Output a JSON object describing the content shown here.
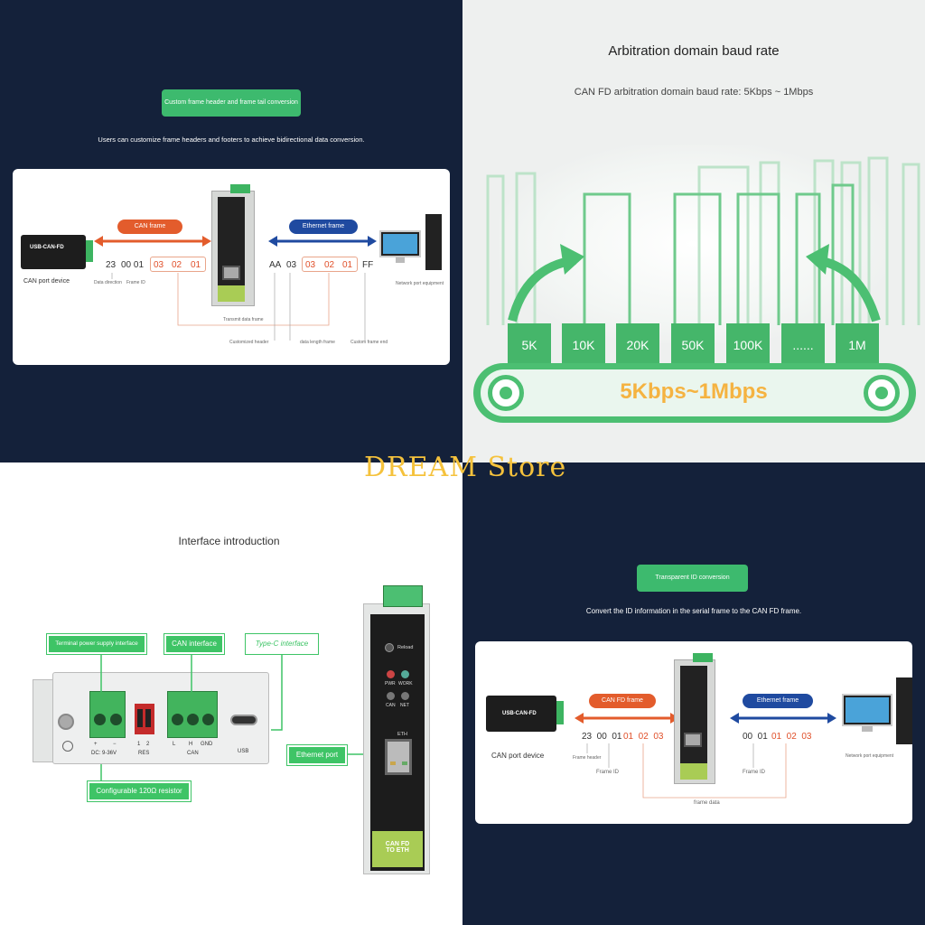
{
  "q1": {
    "pill": "Custom frame header and frame tail conversion",
    "subtitle": "Users can customize frame headers and footers to achieve bidirectional data conversion.",
    "can_frame": "CAN frame",
    "eth_frame": "Ethernet frame",
    "usb_label": "USB-CAN-FD",
    "can_port_device": "CAN port device",
    "left_hex": [
      "23",
      "00 01",
      "03",
      "02",
      "01"
    ],
    "right_hex": [
      "AA",
      "03",
      "03",
      "02",
      "01",
      "FF"
    ],
    "frame_id": "Frame ID",
    "left_tiny": "Data direction",
    "transmit": "Transmit data frame",
    "custom_header": "Customized header",
    "data_length": "data length frame",
    "custom_end": "Custom frame end",
    "net_equipment": "Network port equipment"
  },
  "q2": {
    "title": "Arbitration domain baud rate",
    "subtitle": "CAN FD arbitration domain baud rate: 5Kbps ~ 1Mbps",
    "rates": [
      "5K",
      "10K",
      "20K",
      "50K",
      "100K",
      "......",
      "1M"
    ],
    "band": "5Kbps~1Mbps",
    "colors": {
      "green": "#45b66a",
      "orange": "#f5b341"
    }
  },
  "q3": {
    "title": "Interface introduction",
    "labels": {
      "power": "Terminal power supply interface",
      "can": "CAN interface",
      "typec": "Type-C interface",
      "ethernet": "Ethernet port",
      "resistor": "Configurable 120Ω resistor"
    },
    "pins": [
      "+",
      "−",
      "1",
      "2",
      "L",
      "H",
      "GND",
      "USB"
    ],
    "dc": "DC: 9-36V",
    "res": "RES",
    "can": "CAN",
    "reload": "Reload",
    "pwr": "PWR",
    "work": "WORK",
    "can_led": "CAN",
    "net": "NET",
    "eth": "ETH",
    "device_text": [
      "CAN FD",
      "TO ETH"
    ]
  },
  "q4": {
    "pill": "Transparent ID conversion",
    "subtitle": "Convert the ID information in the serial frame to the CAN FD frame.",
    "can_fd_frame": "CAN FD frame",
    "eth_frame": "Ethernet frame",
    "usb_label": "USB-CAN-FD",
    "can_port_device": "CAN port device",
    "left_hex_black": "23  00  01",
    "left_hex_red": "01  02  03",
    "right_hex_black": "00  01",
    "right_hex_red": "01  02  03",
    "frame_id": "Frame ID",
    "frame_data": "frame data",
    "net_equipment": "Network port equipment",
    "left_tiny": "Frame header"
  },
  "watermark": "DREAM Store"
}
